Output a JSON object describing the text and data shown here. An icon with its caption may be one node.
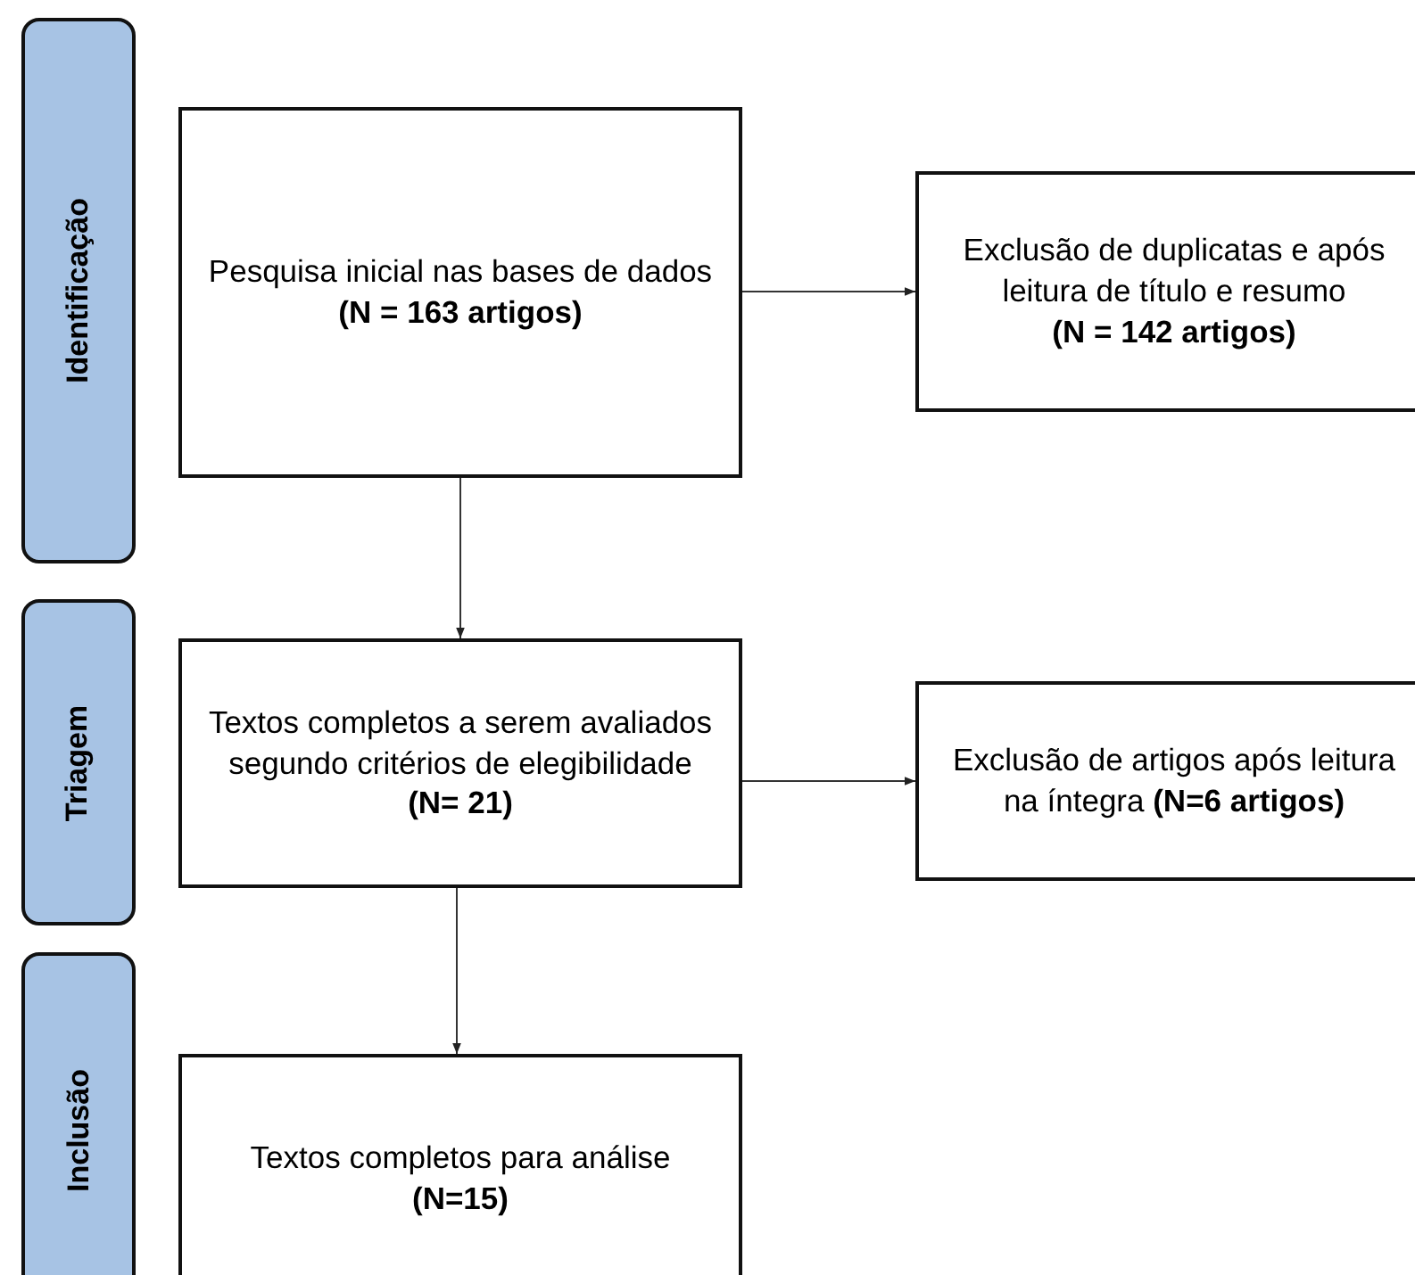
{
  "diagram": {
    "nodes": [
      {
        "text": [
          "Identificação"
        ]
      },
      {
        "text": [
          "Pesquisa inicial nas bases de dados",
          "(N = 163 artigos)"
        ]
      },
      {
        "text": [
          "Exclusão de duplicatas e após leitura de título e resumo",
          "(N = 142 artigos)"
        ]
      },
      {
        "text": [
          "Triagem"
        ]
      },
      {
        "text": [
          "Textos completos a serem avaliados segundo critérios de elegibilidade **(N= 21)**"
        ]
      },
      {
        "text": [
          "Exclusão de artigos após leitura na íntegra **(N=6 artigos)**"
        ]
      },
      {
        "text": [
          "Inclusão"
        ]
      },
      {
        "text": [
          "Textos completos para análise",
          "(N=15)"
        ]
      }
    ],
    "edges": [
      {
        "from": 1,
        "to": 2,
        "arrow": "to"
      },
      {
        "from": 1,
        "to": 4,
        "arrow": "to"
      },
      {
        "from": 4,
        "to": 5,
        "arrow": "to"
      },
      {
        "from": 4,
        "to": 7,
        "arrow": "to"
      }
    ]
  }
}
